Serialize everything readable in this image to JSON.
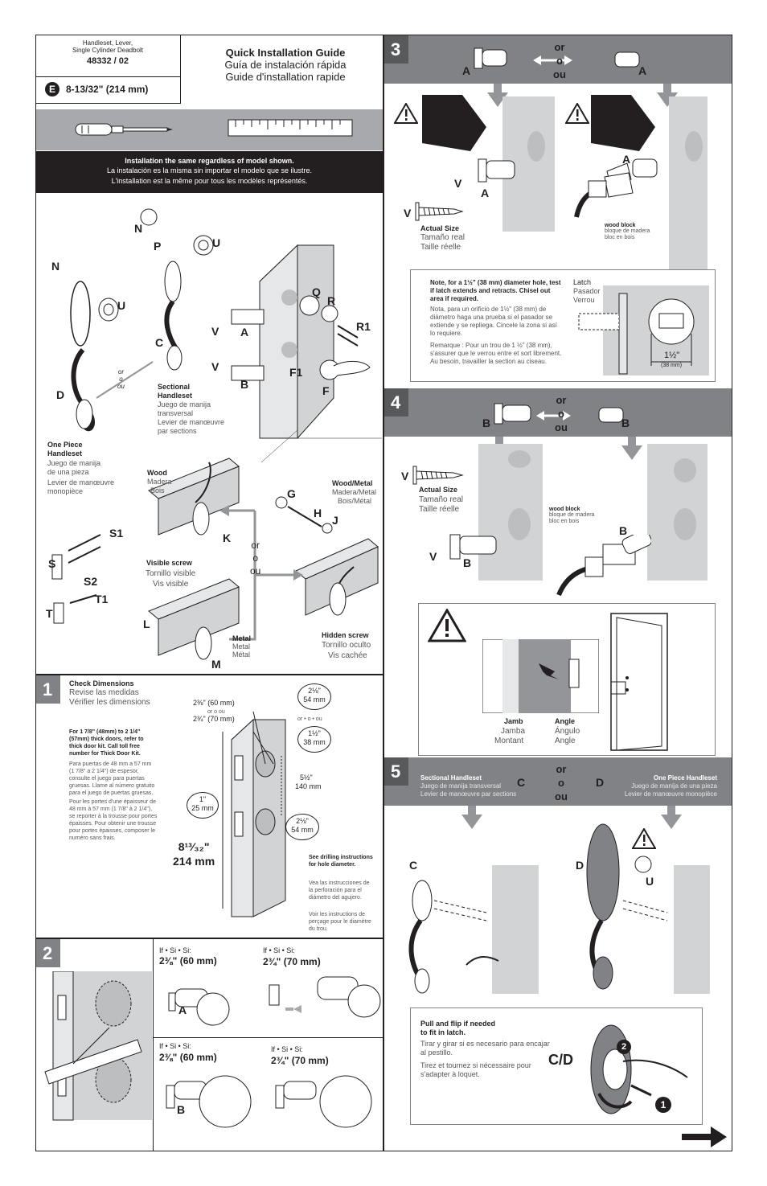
{
  "header": {
    "product_line1": "Handleset, Lever,",
    "product_line2": "Single Cylinder Deadbolt",
    "model": "48332 / 02",
    "size_letter": "E",
    "size": "8-13/32\" (214 mm)",
    "title_en": "Quick Installation Guide",
    "title_es": "Guía de instalación rápida",
    "title_fr": "Guide d'installation rapide"
  },
  "notice": {
    "en": "Installation the same regardless of model shown.",
    "es": "La instalación es la misma sin importar el modelo que se ilustre.",
    "fr": "L'installation est la même pour tous les modèles représentés."
  },
  "overview": {
    "N": "N",
    "P": "P",
    "U": "U",
    "N2": "N",
    "U2": "U",
    "C": "C",
    "D": "D",
    "Q": "Q",
    "R": "R",
    "R1": "R1",
    "V1": "V",
    "A": "A",
    "V2": "V",
    "B": "B",
    "F1": "F1",
    "F": "F",
    "or1": "or",
    "or2": "o",
    "or3": "ou",
    "sectional_en": "Sectional Handleset",
    "sectional_es": "Juego de manija transversal",
    "sectional_fr": "Levier de manœuvre par sections",
    "onepiece_en": "One Piece Handleset",
    "onepiece_es": "Juego de manija de una pieza",
    "onepiece_fr": "Levier de manœuvre monopièce",
    "S1": "S1",
    "S": "S",
    "S2": "S2",
    "T1": "T1",
    "T": "T",
    "wood_en": "Wood",
    "wood_es": "Madera",
    "wood_fr": "Bois",
    "woodmetal_en": "Wood/Metal",
    "woodmetal_es": "Madera/Metal",
    "woodmetal_fr": "Bois/Métal",
    "G": "G",
    "H": "H",
    "J": "J",
    "K": "K",
    "L": "L",
    "M": "M",
    "or_a": "or",
    "or_b": "o",
    "or_c": "ou",
    "visible_en": "Visible screw",
    "visible_es": "Tornillo visible",
    "visible_fr": "Vis visible",
    "metal_en": "Metal",
    "metal_es": "Metal",
    "metal_fr": "Métal",
    "hidden_en": "Hidden screw",
    "hidden_es": "Tornillo oculto",
    "hidden_fr": "Vis cachée"
  },
  "step1": {
    "num": "1",
    "title_en": "Check Dimensions",
    "title_es": "Revise las medidas",
    "title_fr": "Vérifier les dimensions",
    "thick_en": "For 1 7/8\" (48mm) to 2 1/4\" (57mm) thick doors, refer to thick door kit. Call toll free number for Thick Door Kit.",
    "thick_es": "Para puertas de 48 mm a 57 mm (1 7/8\" a 2 1/4\") de espesor, consulte el juego para puertas gruesas. Llame al número gratuito para el juego de puertas gruesas.",
    "thick_fr": "Pour les portes d'une épaisseur de 48 mm à 57 mm (1 7/8\" à 2 1/4\"), se reporter à la trousse pour portes épaisses. Pour obtenir une trousse pour portes épaisses, composer le numéro sans frais.",
    "backset1": "2⅜\" (60 mm)",
    "backset_or": "or o ou",
    "backset2": "2¾\" (70 mm)",
    "c1a": "2⅛\"",
    "c1b": "54 mm",
    "c_or": "or • o • ou",
    "c2a": "1½\"",
    "c2b": "38 mm",
    "spacing_a": "5½\"",
    "spacing_b": "140 mm",
    "c3a": "1\"",
    "c3b": "25 mm",
    "c4a": "2⅛\"",
    "c4b": "54 mm",
    "size_a": "8¹³⁄₃₂\"",
    "size_b": "214 mm",
    "drill_en": "See drilling instructions for hole diameter.",
    "drill_es": "Vea las instrucciones de la perforación para el diámetro del agujero.",
    "drill_fr": "Voir les instructions de perçage pour le diamètre du trou."
  },
  "step2": {
    "num": "2",
    "if1": "If • Si • Si:",
    "v1": "2⅜\" (60 mm)",
    "if2": "If • Si • Si:",
    "v2": "2¾\" (70 mm)",
    "if3": "If • Si • Si:",
    "v3": "2⅜\" (60 mm)",
    "if4": "If • Si • Si:",
    "v4": "2¾\" (70 mm)",
    "A": "A",
    "B": "B"
  },
  "step3": {
    "num": "3",
    "A1": "A",
    "A2": "A",
    "or1": "or",
    "or2": "o",
    "or3": "ou",
    "V": "V",
    "V2": "V",
    "Alabel": "A",
    "A3": "A",
    "actual_en": "Actual Size",
    "actual_es": "Tamaño real",
    "actual_fr": "Taille réelle",
    "wood_en": "wood block",
    "wood_es": "bloque de madera",
    "wood_fr": "bloc en bois",
    "note_en": "Note, for a 1½\" (38 mm) diameter hole, test if latch extends and retracts. Chisel out area if required.",
    "note_es": "Nota, para un orificio de 1½\" (38 mm) de diámetro haga una prueba si el pasador se extiende y se repliega. Cincele la zona si así lo requiere.",
    "note_fr": "Remarque : Pour un trou de 1 ½\" (38 mm), s'assurer que le verrou entre et sort librement. Au besoin, travailler la section au ciseau.",
    "latch_en": "Latch",
    "latch_es": "Pasador",
    "latch_fr": "Verrou",
    "dim_a": "1½\"",
    "dim_b": "(38 mm)"
  },
  "step4": {
    "num": "4",
    "B1": "B",
    "B2": "B",
    "or1": "or",
    "or2": "o",
    "or3": "ou",
    "V": "V",
    "V2": "V",
    "B3": "B",
    "B4": "B",
    "actual_en": "Actual Size",
    "actual_es": "Tamaño real",
    "actual_fr": "Taille réelle",
    "wood_en": "wood block",
    "wood_es": "bloque de madera",
    "wood_fr": "bloc en bois",
    "jamb_en": "Jamb",
    "jamb_es": "Jamba",
    "jamb_fr": "Montant",
    "angle_en": "Angle",
    "angle_es": "Ángulo",
    "angle_fr": "Angle"
  },
  "step5": {
    "num": "5",
    "C": "C",
    "D": "D",
    "or1": "or",
    "or2": "o",
    "or3": "ou",
    "sect_en": "Sectional Handleset",
    "sect_es": "Juego de manija transversal",
    "sect_fr": "Levier de manœuvre par sections",
    "one_en": "One Piece Handleset",
    "one_es": "Juego de manija de una pieza",
    "one_fr": "Levier de manœuvre monopièce",
    "C2": "C",
    "D2": "D",
    "U": "U",
    "pull_en1": "Pull and flip if needed",
    "pull_en2": "to fit in latch.",
    "pull_es": "Tirar y girar si es necesario para encajar al pestillo.",
    "pull_fr": "Tirez et tournez si nécessaire pour s'adapter à loquet.",
    "cd": "C/D",
    "n1": "1",
    "n2": "2"
  }
}
